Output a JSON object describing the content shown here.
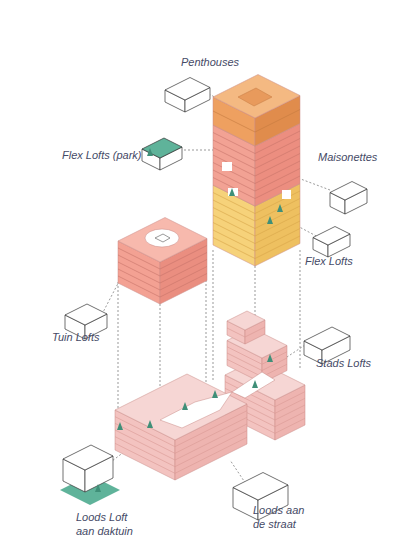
{
  "diagram": {
    "labels": [
      "Penthouses",
      "Flex Lofts (park)",
      "Maisonettes",
      "Flex Lofts",
      "Tuin Lofts",
      "Stads Lofts",
      "Loods Loft aan daktuin",
      "Loods aan de straat"
    ]
  }
}
